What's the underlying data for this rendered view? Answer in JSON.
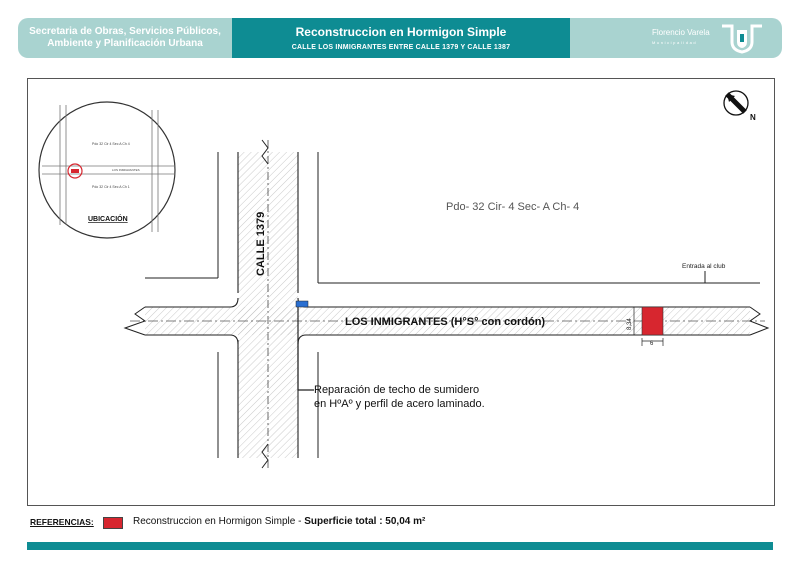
{
  "header": {
    "left_line1": "Secretaria de Obras, Servicios Públicos,",
    "left_line2": "Ambiente y Planificación Urbana",
    "title": "Reconstruccion en Hormigon Simple",
    "subtitle": "CALLE LOS INMIGRANTES ENTRE CALLE 1379 Y CALLE 1387",
    "logo_name": "Florencio Varela",
    "logo_sub": "Municipalidad"
  },
  "map": {
    "north_label": "N",
    "parcel_label": "Pdo- 32 Cir- 4 Sec- A Ch- 4",
    "club_label": "Entrada al club",
    "street_vertical": "CALLE 1379",
    "street_horizontal": "LOS INMIGRANTES (H°S° con cordón)",
    "dim_height": "8,34",
    "dim_width": "6",
    "note_line1": "Reparación de techo de sumidero",
    "note_line2": "en HºAº y perfil de acero laminado.",
    "location_title": "UBICACIÓN",
    "inset_text1": "Pdo 32 Cir 4 Sec A Ch 4",
    "inset_text2": "LOS INMIGRANTES",
    "inset_text3": "Pdo 32 Cir 4 Sec A Ch 1"
  },
  "colors": {
    "teal": "#0e8c93",
    "light_teal": "#a9d3d0",
    "repair_red": "#d7262f",
    "drain_blue": "#2a6fd1"
  },
  "references": {
    "label": "REFERENCIAS:",
    "item_text": "Reconstruccion en Hormigon Simple - ",
    "item_bold": "Superficie total : 50,04 m²"
  }
}
